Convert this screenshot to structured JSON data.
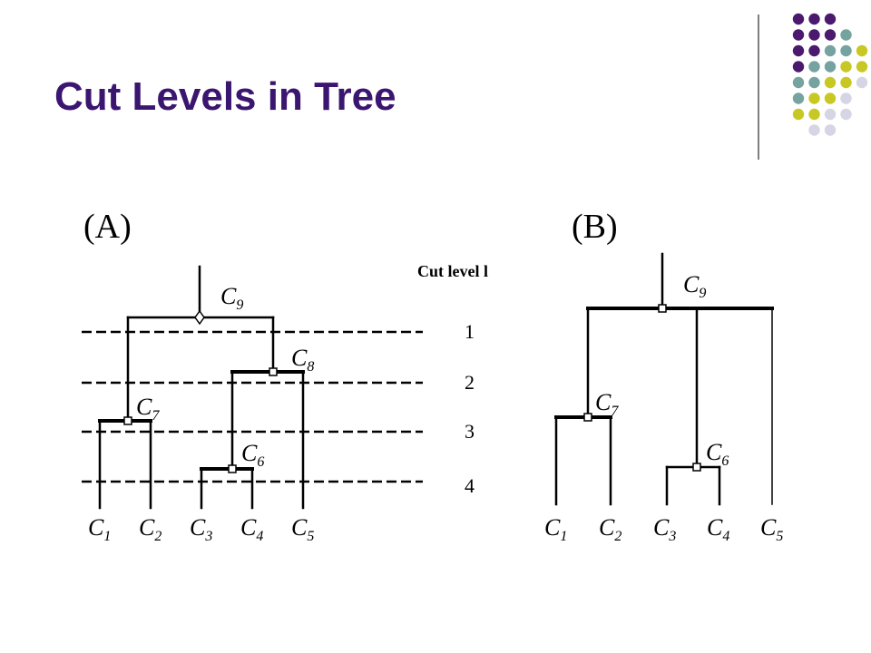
{
  "slide": {
    "title": "Cut Levels in Tree"
  },
  "colors": {
    "title": "#3b1670",
    "dot_purple": "#4b1a6e",
    "dot_teal": "#74a3a0",
    "dot_olive": "#c8c824",
    "dot_lavender": "#d5d5e6",
    "divider": "#555555",
    "ink": "#000000"
  },
  "decoration": {
    "dot_rows": [
      [
        "purple",
        "purple",
        "purple"
      ],
      [
        "purple",
        "purple",
        "purple",
        "teal"
      ],
      [
        "purple",
        "purple",
        "teal",
        "teal",
        "olive"
      ],
      [
        "purple",
        "teal",
        "teal",
        "olive",
        "olive"
      ],
      [
        "teal",
        "teal",
        "olive",
        "olive",
        "lavender"
      ],
      [
        "teal",
        "olive",
        "olive",
        "lavender"
      ],
      [
        "olive",
        "olive",
        "lavender",
        "lavender"
      ],
      [
        "lavender",
        "lavender"
      ]
    ]
  },
  "panel_a": {
    "label": "(A)",
    "nodes": [
      {
        "id": "C9",
        "letter": "C",
        "sub": "9"
      },
      {
        "id": "C8",
        "letter": "C",
        "sub": "8"
      },
      {
        "id": "C7",
        "letter": "C",
        "sub": "7"
      },
      {
        "id": "C6",
        "letter": "C",
        "sub": "6"
      }
    ],
    "leaves": [
      {
        "letter": "C",
        "sub": "1"
      },
      {
        "letter": "C",
        "sub": "2"
      },
      {
        "letter": "C",
        "sub": "3"
      },
      {
        "letter": "C",
        "sub": "4"
      },
      {
        "letter": "C",
        "sub": "5"
      }
    ],
    "cut_level_header": "Cut level l",
    "cut_levels": [
      "1",
      "2",
      "3",
      "4"
    ]
  },
  "panel_b": {
    "label": "(B)",
    "nodes": [
      {
        "id": "C9",
        "letter": "C",
        "sub": "9"
      },
      {
        "id": "C7",
        "letter": "C",
        "sub": "7"
      },
      {
        "id": "C6",
        "letter": "C",
        "sub": "6"
      }
    ],
    "leaves": [
      {
        "letter": "C",
        "sub": "1"
      },
      {
        "letter": "C",
        "sub": "2"
      },
      {
        "letter": "C",
        "sub": "3"
      },
      {
        "letter": "C",
        "sub": "4"
      },
      {
        "letter": "C",
        "sub": "5"
      }
    ]
  }
}
